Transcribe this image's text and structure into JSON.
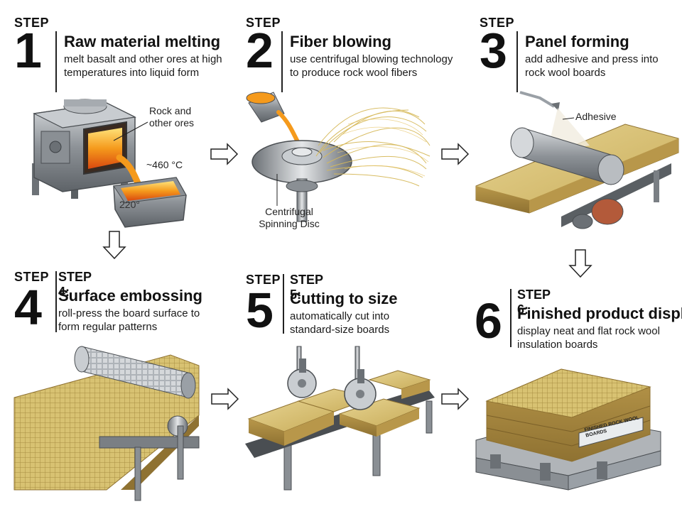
{
  "steps": [
    {
      "word": "STEP",
      "number": "1",
      "sub": "",
      "title": "Raw material melting",
      "desc": "melt basalt and other ores at high temperatures into liquid form"
    },
    {
      "word": "STEP",
      "number": "2",
      "sub": "",
      "title": "Fiber blowing",
      "desc": "use centrifugal blowing technology to produce rock wool fibers"
    },
    {
      "word": "STEP",
      "number": "3",
      "sub": "",
      "title": "Panel forming",
      "desc": "add adhesive and press into rock wool boards"
    },
    {
      "word": "STEP",
      "number": "4",
      "sub": "STEP 4:",
      "title": "Surface embossing",
      "desc": "roll-press the board surface to form regular patterns"
    },
    {
      "word": "STEP",
      "number": "5",
      "sub": "STEP 5:",
      "title": "Cutting to size",
      "desc": "automatically cut into standard-size boards"
    },
    {
      "word": "",
      "number": "6",
      "sub": "STEP 6:",
      "title": "Finished product display",
      "desc": "display neat and flat rock wool insulation boards"
    }
  ],
  "labels": {
    "ores": "Rock and other ores",
    "temp_high": "~460 °C",
    "temp_low": "220°",
    "disc": "Centrifugal Spinning Disc",
    "adhesive": "Adhesive",
    "pallet_tag": "FINISHED ROCK WOOL BOARDS"
  },
  "colors": {
    "molten": "#f08a1a",
    "wool": "#d8c070",
    "steel": "#9aa0a6",
    "text": "#111111"
  }
}
